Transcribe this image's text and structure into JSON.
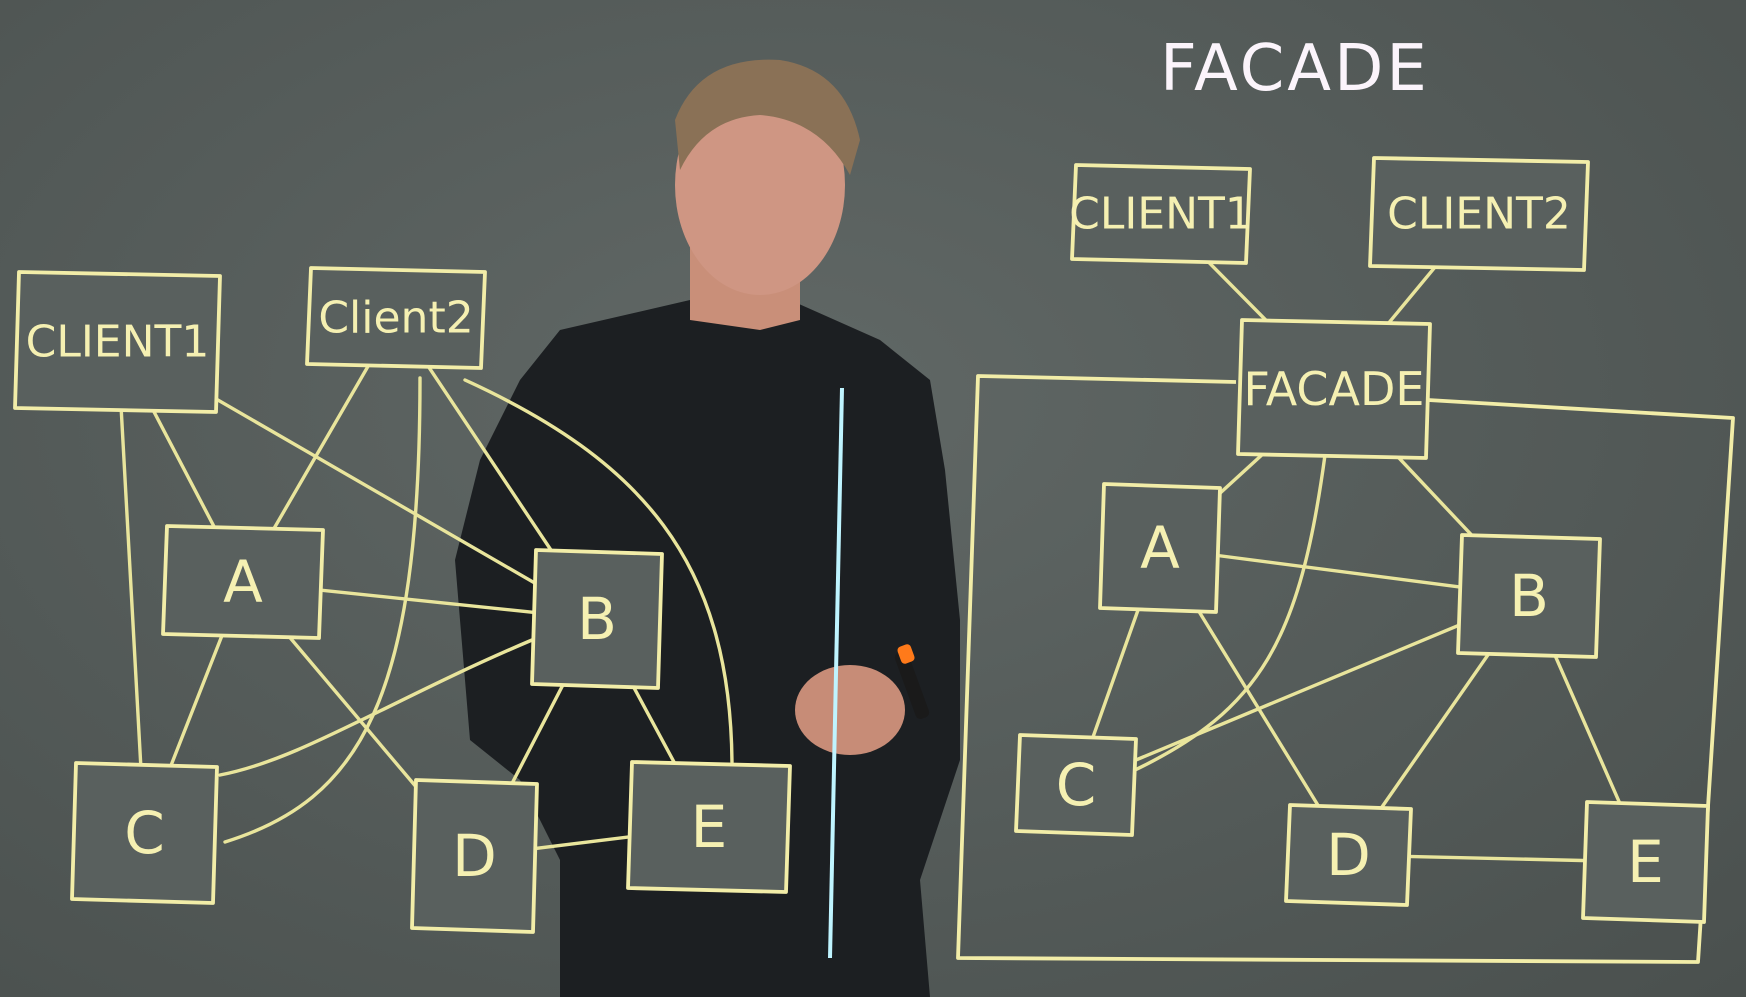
{
  "title": "FACADE",
  "left_diagram": {
    "clients": [
      {
        "id": "client1",
        "label": "CLIENT1"
      },
      {
        "id": "client2",
        "label": "Client2"
      }
    ],
    "nodes": [
      {
        "id": "A",
        "label": "A"
      },
      {
        "id": "B",
        "label": "B"
      },
      {
        "id": "C",
        "label": "C"
      },
      {
        "id": "D",
        "label": "D"
      },
      {
        "id": "E",
        "label": "E"
      }
    ],
    "edges": [
      [
        "client1",
        "A"
      ],
      [
        "client1",
        "B"
      ],
      [
        "client1",
        "C"
      ],
      [
        "client2",
        "A"
      ],
      [
        "client2",
        "B"
      ],
      [
        "client2",
        "C"
      ],
      [
        "client2",
        "E"
      ],
      [
        "A",
        "B"
      ],
      [
        "A",
        "C"
      ],
      [
        "A",
        "D"
      ],
      [
        "B",
        "C"
      ],
      [
        "B",
        "D"
      ],
      [
        "B",
        "E"
      ],
      [
        "D",
        "E"
      ]
    ]
  },
  "right_diagram": {
    "clients": [
      {
        "id": "client1",
        "label": "CLIENT1"
      },
      {
        "id": "client2",
        "label": "CLIENT2"
      }
    ],
    "facade": {
      "id": "facade",
      "label": "FACADE"
    },
    "nodes": [
      {
        "id": "A",
        "label": "A"
      },
      {
        "id": "B",
        "label": "B"
      },
      {
        "id": "C",
        "label": "C"
      },
      {
        "id": "D",
        "label": "D"
      },
      {
        "id": "E",
        "label": "E"
      }
    ],
    "edges": [
      [
        "client1",
        "facade"
      ],
      [
        "client2",
        "facade"
      ],
      [
        "facade",
        "A"
      ],
      [
        "facade",
        "B"
      ],
      [
        "facade",
        "C"
      ],
      [
        "A",
        "B"
      ],
      [
        "A",
        "C"
      ],
      [
        "A",
        "D"
      ],
      [
        "B",
        "C"
      ],
      [
        "B",
        "D"
      ],
      [
        "B",
        "E"
      ],
      [
        "D",
        "E"
      ]
    ]
  },
  "colors": {
    "ink": "#f2eda8",
    "title": "#fbf4fb",
    "board": "#565d5b",
    "divider": "#bff4ff"
  }
}
